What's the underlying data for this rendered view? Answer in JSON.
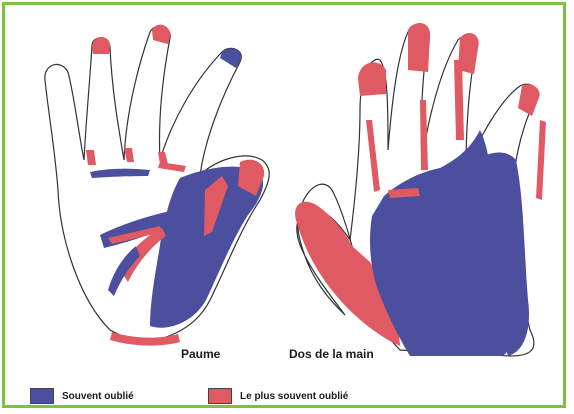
{
  "captions": {
    "palm": "Paume",
    "back": "Dos de la main"
  },
  "legend": [
    {
      "label": "Souvent oublié",
      "color": "#4c4f9e"
    },
    {
      "label": "Le plus souvent oublié",
      "color": "#e05a64"
    }
  ],
  "colors": {
    "frame": "#7cc242",
    "often_missed": "#4c4f9e",
    "most_often_missed": "#e05a64"
  }
}
